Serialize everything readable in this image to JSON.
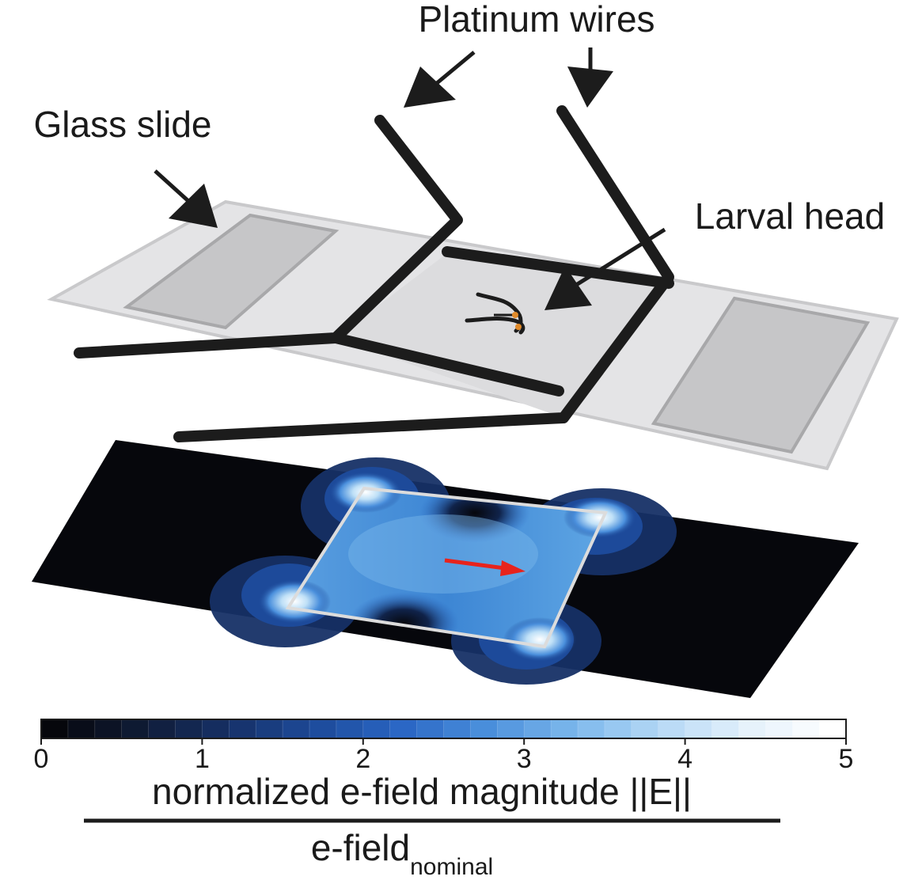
{
  "labels": {
    "platinum_wires": "Platinum wires",
    "glass_slide": "Glass slide",
    "larval_head": "Larval head"
  },
  "colorbar": {
    "min": 0,
    "max": 5,
    "ticks": [
      "0",
      "1",
      "2",
      "3",
      "4",
      "5"
    ],
    "levels": 30,
    "colors": [
      "#06070c",
      "#0f1b35",
      "#163066",
      "#1d4a9a",
      "#2a66c4",
      "#4a8fdc",
      "#7bb7ec",
      "#b4d8f5",
      "#e4f1fb",
      "#ffffff"
    ],
    "label_numerator": "normalized e-field magnitude ||E||",
    "label_denominator_main": "e-field",
    "label_denominator_sub": "nominal"
  },
  "colors": {
    "wire": "#1c1c1c",
    "slide": "#e4e4e6",
    "slide_edge": "#c9c9cb",
    "pad": "#c6c6c8",
    "field_arrow": "#e8231c"
  }
}
